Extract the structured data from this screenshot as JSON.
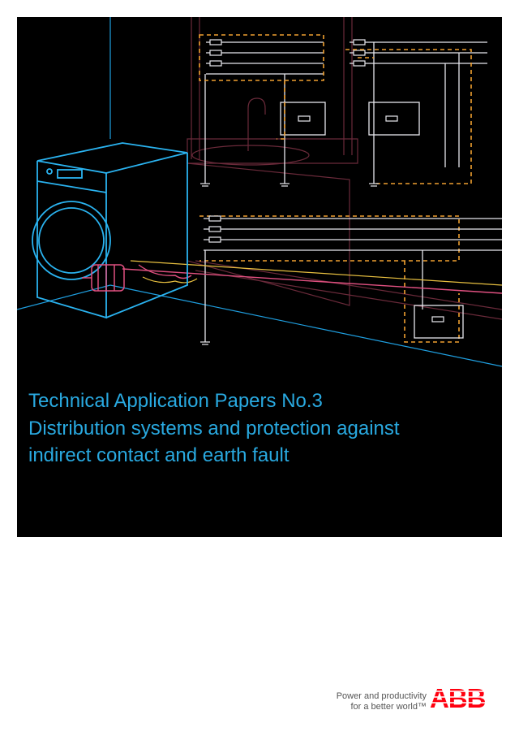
{
  "cover": {
    "series_title": "Technical Application Papers No.3",
    "subtitle_line1": "Distribution systems and protection against",
    "subtitle_line2": "indirect contact and earth fault"
  },
  "footer": {
    "tagline_line1": "Power and productivity",
    "tagline_line2": "for a better world™",
    "logo_text": "ABB"
  },
  "colors": {
    "panel_background": "#000000",
    "title_blue": "#29a9e0",
    "drawing_cyan": "#2ab3f0",
    "wire_white": "#e8e8ee",
    "wire_orange": "#f0a030",
    "wire_pink": "#e05080",
    "abb_red": "#ff000f"
  }
}
